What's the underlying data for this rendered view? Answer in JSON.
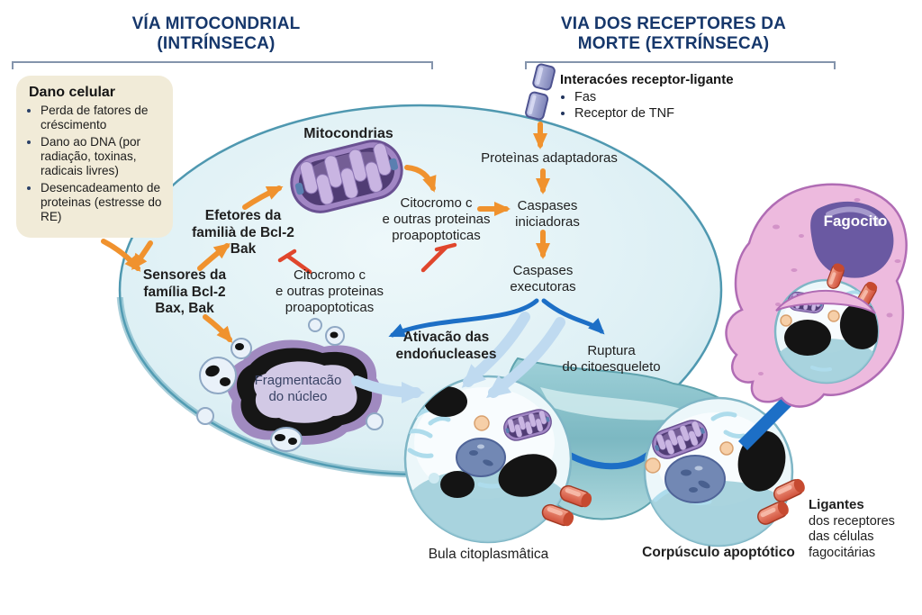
{
  "titles": {
    "left": "VÍA MITOCONDRIAL\n(INTRÍNSECA)",
    "right": "VIA DOS RECEPTORES DA\nMORTE (EXTRÍNSECA)"
  },
  "dano_box": {
    "title": "Dano celular",
    "bullets": [
      "Perda de fatores de créscimento",
      "Dano ao DNA (por radiação, toxinas, radicais livres)",
      "Desencadeamento de proteinas (estresse do RE)"
    ]
  },
  "receptor_box": {
    "title": "Interacóes receptor-ligante",
    "bullets": [
      "Fas",
      "Receptor de TNF"
    ]
  },
  "labels": {
    "mitocondrias": "Mitocondrias",
    "efetores": "Efetores da\nfamilià de Bcl-2\nBak",
    "sensores": "Sensores da\nfamília Bcl-2\nBax, Bak",
    "citocromo_right": "Citocromo c\ne outras proteinas\nproapoptoticas",
    "citocromo_center": "Citocromo c\ne outras proteinas\nproapoptoticas",
    "proteinas_adaptadoras": "Proteìnas adaptadoras",
    "caspases_iniciadoras": "Caspases\niniciadoras",
    "caspases_executoras": "Caspases\nexecutoras",
    "ativacao_endonucleases": "Ativacão das\nendońucleases",
    "ruptura_citoesqueleto": "Ruptura\ndo citoesqueleto",
    "fragmentacao_nucleo": "Fragmentacão\ndo núcleo",
    "fagocito": "Fagocito",
    "bula_citoplasmatica": "Bula citoplasmâtica",
    "corpusculo_apoptotico": "Corpúsculo apoptótico",
    "ligantes_title": "Ligantes",
    "ligantes_rest": "dos receptores\ndas células\nfagocitárias"
  },
  "colors": {
    "title_navy": "#16376b",
    "orange_arrow": "#f0922e",
    "red_inhibit": "#e0462c",
    "blue_arrow": "#1d6fc6",
    "light_blue_arrow": "#bfdaf0",
    "cell_fill": "#e2f1f5",
    "cell_border": "#4f98b0",
    "damage_box_bg": "#f1ebd8",
    "phagocyte_pink": "#edbade",
    "mitochondria_purple": "#a186c4"
  }
}
